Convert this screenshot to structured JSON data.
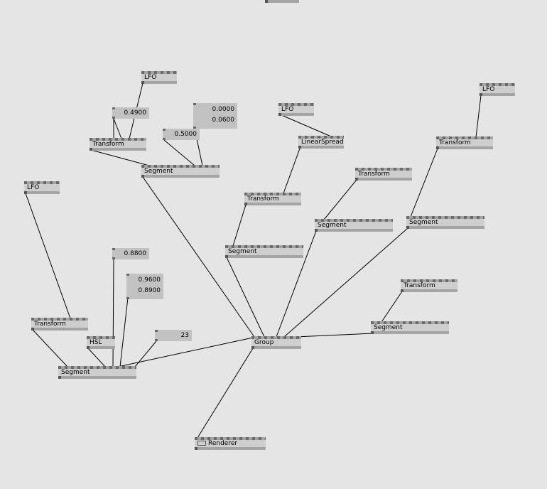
{
  "nodes": {
    "lfo1": "LFO",
    "lfo2": "LFO",
    "lfo3": "LFO",
    "lfo4": "LFO",
    "transform1": "Transform",
    "transform2": "Transform",
    "transform3": "Transform",
    "transform4": "Transform",
    "transform5": "Transform",
    "transform6": "Transform",
    "segment1": "Segment",
    "segment2": "Segment",
    "segment3": "Segment",
    "segment4": "Segment",
    "segment5": "Segment",
    "segment6": "Segment",
    "linearspread": "LinearSpread",
    "hsl": "HSL",
    "group": "Group",
    "renderer": "Renderer"
  },
  "iobox": {
    "v1": "0.4900",
    "v2a": "0.0000",
    "v2b": "0.0600",
    "v3": "0.5000",
    "v4": "0.8800",
    "v5a": "0.9600",
    "v5b": "0.8900",
    "v6": "23"
  }
}
